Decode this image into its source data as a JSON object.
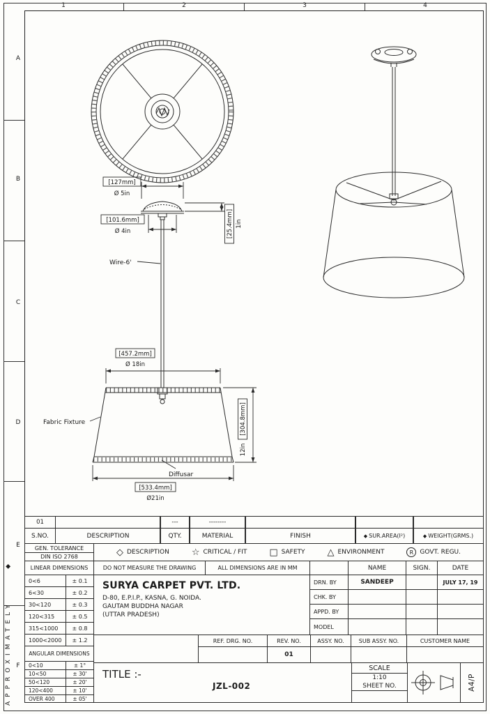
{
  "colors": {
    "line": "#2a2a2a",
    "background": "#fdfdfb"
  },
  "sheet": {
    "col_refs": [
      "1",
      "2",
      "3",
      "4"
    ],
    "row_refs": [
      "A",
      "B",
      "C",
      "D",
      "E",
      "F"
    ],
    "side_note": "APPROXIMATELY",
    "paper": "A4/P"
  },
  "icons": {
    "diamond_filled": "◆",
    "diamond_outline": "◇",
    "star": "☆",
    "square": "□",
    "triangle": "△",
    "r_letter": "R"
  },
  "drawing": {
    "labels": {
      "canopy_dia_mm": "[127mm]",
      "canopy_dia_in": "Ø 5in",
      "fitter_dia_mm": "[101.6mm]",
      "fitter_dia_in": "Ø 4in",
      "canopy_h_mm": "[25.4mm]",
      "canopy_h_in": "1in",
      "wire": "Wire-6'",
      "shade_top_mm": "[457.2mm]",
      "shade_top_in": "Ø 18in",
      "fabric": "Fabric Fixture",
      "shade_h_mm": "[304.8mm]",
      "shade_h_in": "12in",
      "diffuser": "Diffusar",
      "shade_bottom_mm": "[533.4mm]",
      "shade_bottom_in": "Ø21in"
    }
  },
  "parts_table": {
    "headers": {
      "sno": "S.NO.",
      "description": "DESCRIPTION",
      "qty": "QTY.",
      "material": "MATERIAL",
      "finish": "FINISH",
      "sur_area": "SUR.AREA(I²)",
      "weight": "WEIGHT(GRMS.)"
    },
    "row": {
      "sno": "01",
      "description": "",
      "qty": "---",
      "material": "--------",
      "finish": "",
      "sur_area": "",
      "weight": ""
    }
  },
  "tolerance_block": {
    "gen_title": "GEN. TOLERANCE",
    "gen_standard": "DIN ISO 2768",
    "symbols": {
      "description": "DESCRIPTION",
      "critical": "CRITICAL / FIT",
      "safety": "SAFETY",
      "environment": "ENVIRONMENT",
      "govt": "GOVT. REGU."
    },
    "linear_title": "LINEAR DIMENSIONS",
    "linear_rows": [
      {
        "range": "0<6",
        "tol": "± 0.1"
      },
      {
        "range": "6<30",
        "tol": "± 0.2"
      },
      {
        "range": "30<120",
        "tol": "± 0.3"
      },
      {
        "range": "120<315",
        "tol": "± 0.5"
      },
      {
        "range": "315<1000",
        "tol": "± 0.8"
      },
      {
        "range": "1000<2000",
        "tol": "± 1.2"
      }
    ],
    "angular_title": "ANGULAR DIMENSIONS",
    "angular_rows": [
      {
        "range": "0<10",
        "tol": "± 1°"
      },
      {
        "range": "10<50",
        "tol": "± 30'"
      },
      {
        "range": "50<120",
        "tol": "± 20'"
      },
      {
        "range": "120<400",
        "tol": "± 10'"
      },
      {
        "range": "OVER 400",
        "tol": "± 05'"
      }
    ]
  },
  "title_block": {
    "do_not_measure": "DO NOT MEASURE THE DRAWING",
    "all_dimensions": "ALL DIMENSIONS ARE IN MM",
    "company": "SURYA CARPET PVT. LTD.",
    "address_line1": "D-80, E.P.I.P., KASNA, G. NOIDA.",
    "address_line2": "GAUTAM BUDDHA NAGAR",
    "address_line3": "(UTTAR PRADESH)",
    "cols": {
      "name": "NAME",
      "sign": "SIGN.",
      "date": "DATE"
    },
    "rows": {
      "drn": {
        "label": "DRN. BY",
        "name": "SANDEEP",
        "sign": "",
        "date": "JULY 17, 19"
      },
      "chk": {
        "label": "CHK. BY",
        "name": "",
        "sign": "",
        "date": ""
      },
      "appd": {
        "label": "APPD. BY",
        "name": "",
        "sign": "",
        "date": ""
      },
      "model": {
        "label": "MODEL",
        "name": "",
        "sign": "",
        "date": ""
      }
    },
    "ref_drg_label": "REF. DRG. NO.",
    "rev_label": "REV. NO.",
    "rev_value": "01",
    "assy_label": "ASSY. NO.",
    "sub_assy_label": "SUB ASSY. NO.",
    "customer_label": "CUSTOMER NAME",
    "title_label": "TITLE :-",
    "drawing_number": "JZL-002",
    "scale_label": "SCALE",
    "scale_value": "1:10",
    "sheet_label": "SHEET NO."
  }
}
